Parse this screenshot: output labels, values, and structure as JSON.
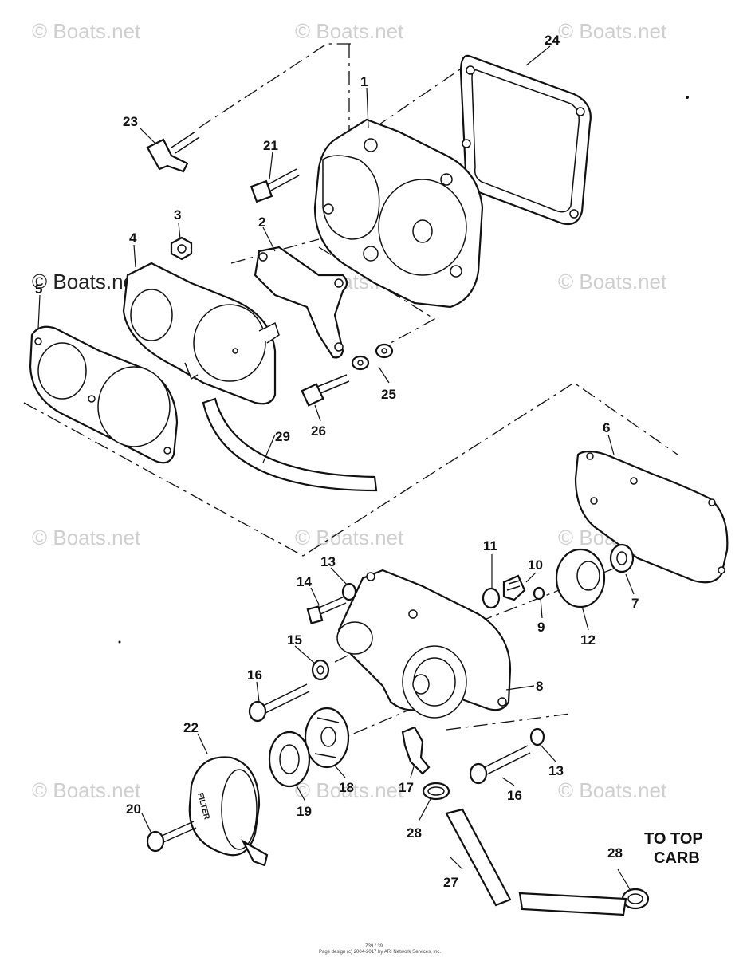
{
  "watermark": "© Boats.net",
  "callouts": {
    "p1": "1",
    "p2": "2",
    "p3": "3",
    "p4": "4",
    "p5": "5",
    "p6": "6",
    "p7": "7",
    "p8": "8",
    "p9": "9",
    "p10": "10",
    "p11": "11",
    "p12": "12",
    "p13a": "13",
    "p13b": "13",
    "p14": "14",
    "p15": "15",
    "p16a": "16",
    "p16b": "16",
    "p17": "17",
    "p18": "18",
    "p19": "19",
    "p20": "20",
    "p21": "21",
    "p22": "22",
    "p23": "23",
    "p24": "24",
    "p25": "25",
    "p26": "26",
    "p27": "27",
    "p28a": "28",
    "p28b": "28",
    "p29": "29"
  },
  "annotation": {
    "line1": "TO TOP",
    "line2": "CARB"
  },
  "filter_text": "FILTER",
  "footer": {
    "line1": "Z39 / 39",
    "line2": "Page design (c) 2004-2017 by ARI Network Services, Inc."
  }
}
